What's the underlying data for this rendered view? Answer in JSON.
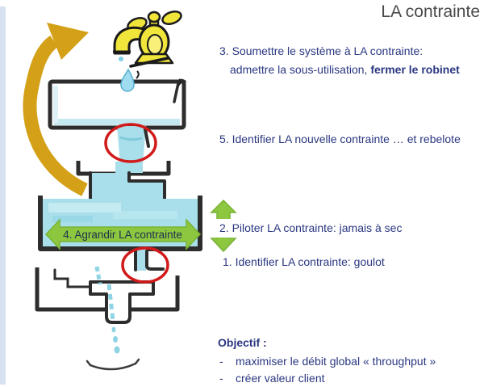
{
  "slide": {
    "title": "LA contrainte",
    "steps": {
      "step1": "1. Identifier LA contrainte: goulot",
      "step2": "2. Piloter LA contrainte: jamais à sec",
      "step3_line1": "3. Soumettre le système à LA contrainte:",
      "step3_line2": "admettre la sous-utilisation, ",
      "step3_line2_bold": "fermer le robinet",
      "step4": "4. Agrandir LA contrainte",
      "step5": "5. Identifier LA nouvelle contrainte … et rebelote"
    },
    "objective": {
      "heading": "Objectif :",
      "marker": "-",
      "bullets": [
        "maximiser le débit global « throughput »",
        "créer valeur client"
      ]
    },
    "icons": {
      "faucet": "faucet-icon",
      "water_drop": "water-drop-icon",
      "cycle_arrow": "cycle-arrow-icon",
      "expand_arrow": "expand-arrow-icon",
      "level_arrow": "level-arrow-icon",
      "constraint_circle": "constraint-circle-icon"
    },
    "colors": {
      "text_navy": "#2A3780",
      "title_gray": "#4B4B4B",
      "water_blue": "#A9DFEA",
      "arrow_green": "#8DC63F",
      "arrow_gold": "#D4A017",
      "highlight_red": "#D11A1A",
      "left_strip": "#D7E2F1",
      "faucet_yellow": "#F0E53B"
    }
  }
}
